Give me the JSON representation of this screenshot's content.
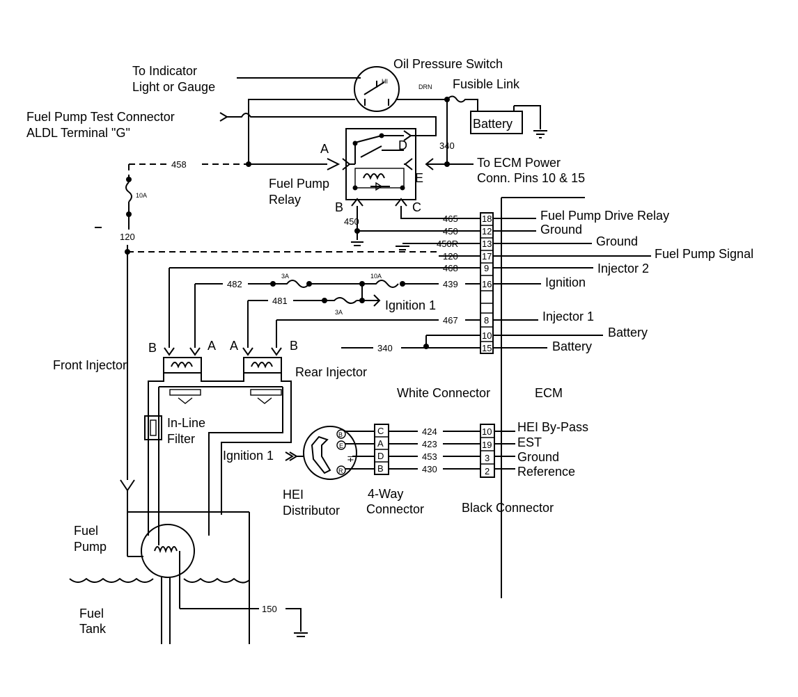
{
  "labels": {
    "oil_pressure_switch": "Oil Pressure Switch",
    "fusible_link": "Fusible Link",
    "to_indicator_1": "To Indicator",
    "to_indicator_2": "Light or Gauge",
    "test_connector_1": "Fuel Pump Test Connector",
    "test_connector_2": "ALDL Terminal \"G\"",
    "battery_box": "Battery",
    "fuel_pump_relay_1": "Fuel Pump",
    "fuel_pump_relay_2": "Relay",
    "to_ecm_power_1": "To ECM Power",
    "to_ecm_power_2": "Conn. Pins 10 & 15",
    "front_injector": "Front Injector",
    "rear_injector": "Rear Injector",
    "inline_filter_1": "In-Line",
    "inline_filter_2": "Filter",
    "ignition_1_left": "Ignition 1",
    "ignition_1_mid": "Ignition 1",
    "hei_distributor_1": "HEI",
    "hei_distributor_2": "Distributor",
    "four_way_1": "4-Way",
    "four_way_2": "Connector",
    "black_connector": "Black Connector",
    "white_connector": "White Connector",
    "ecm": "ECM",
    "fuel_pump_1": "Fuel",
    "fuel_pump_2": "Pump",
    "fuel_tank_1": "Fuel",
    "fuel_tank_2": "Tank",
    "drn": "DRN",
    "fuse_10a_left": "10A",
    "fuse_3a_top": "3A",
    "fuse_10a_mid": "10A",
    "fuse_3a_bottom": "3A",
    "relay_a": "A",
    "relay_b": "B",
    "relay_c": "C",
    "relay_d": "D",
    "relay_e": "E",
    "front_b": "B",
    "front_a": "A",
    "rear_a": "A",
    "rear_b": "B",
    "hei_b": "B",
    "hei_e": "E",
    "hei_r": "R",
    "hei_minus": "∓",
    "hei_mark": "И"
  },
  "wires": {
    "w458": "458",
    "w340_top": "340",
    "w120": "120",
    "w465": "465",
    "w450": "450",
    "w450r": "450R",
    "w120b": "120",
    "w468": "468",
    "w482": "482",
    "w439": "439",
    "w481": "481",
    "w467": "467",
    "w340_bottom": "340",
    "w450_relay": "450",
    "w424": "424",
    "w423": "423",
    "w453": "453",
    "w430": "430",
    "w150": "150"
  },
  "white_connector_pins": [
    {
      "pin": "18",
      "label": "Fuel Pump Drive Relay"
    },
    {
      "pin": "12",
      "label": "Ground"
    },
    {
      "pin": "13",
      "label": "Ground"
    },
    {
      "pin": "17",
      "label": "Fuel Pump Signal"
    },
    {
      "pin": "9",
      "label": "Injector 2"
    },
    {
      "pin": "16",
      "label": "Ignition"
    },
    {
      "pin": "8",
      "label": "Injector 1"
    },
    {
      "pin": "10",
      "label": "Battery"
    },
    {
      "pin": "15",
      "label": "Battery"
    }
  ],
  "four_way_pins": [
    "C",
    "A",
    "D",
    "B"
  ],
  "black_connector_pins": [
    {
      "pin": "10",
      "label": "HEI By-Pass"
    },
    {
      "pin": "19",
      "label": "EST"
    },
    {
      "pin": "3",
      "label": "Ground"
    },
    {
      "pin": "2",
      "label": "Reference"
    }
  ]
}
